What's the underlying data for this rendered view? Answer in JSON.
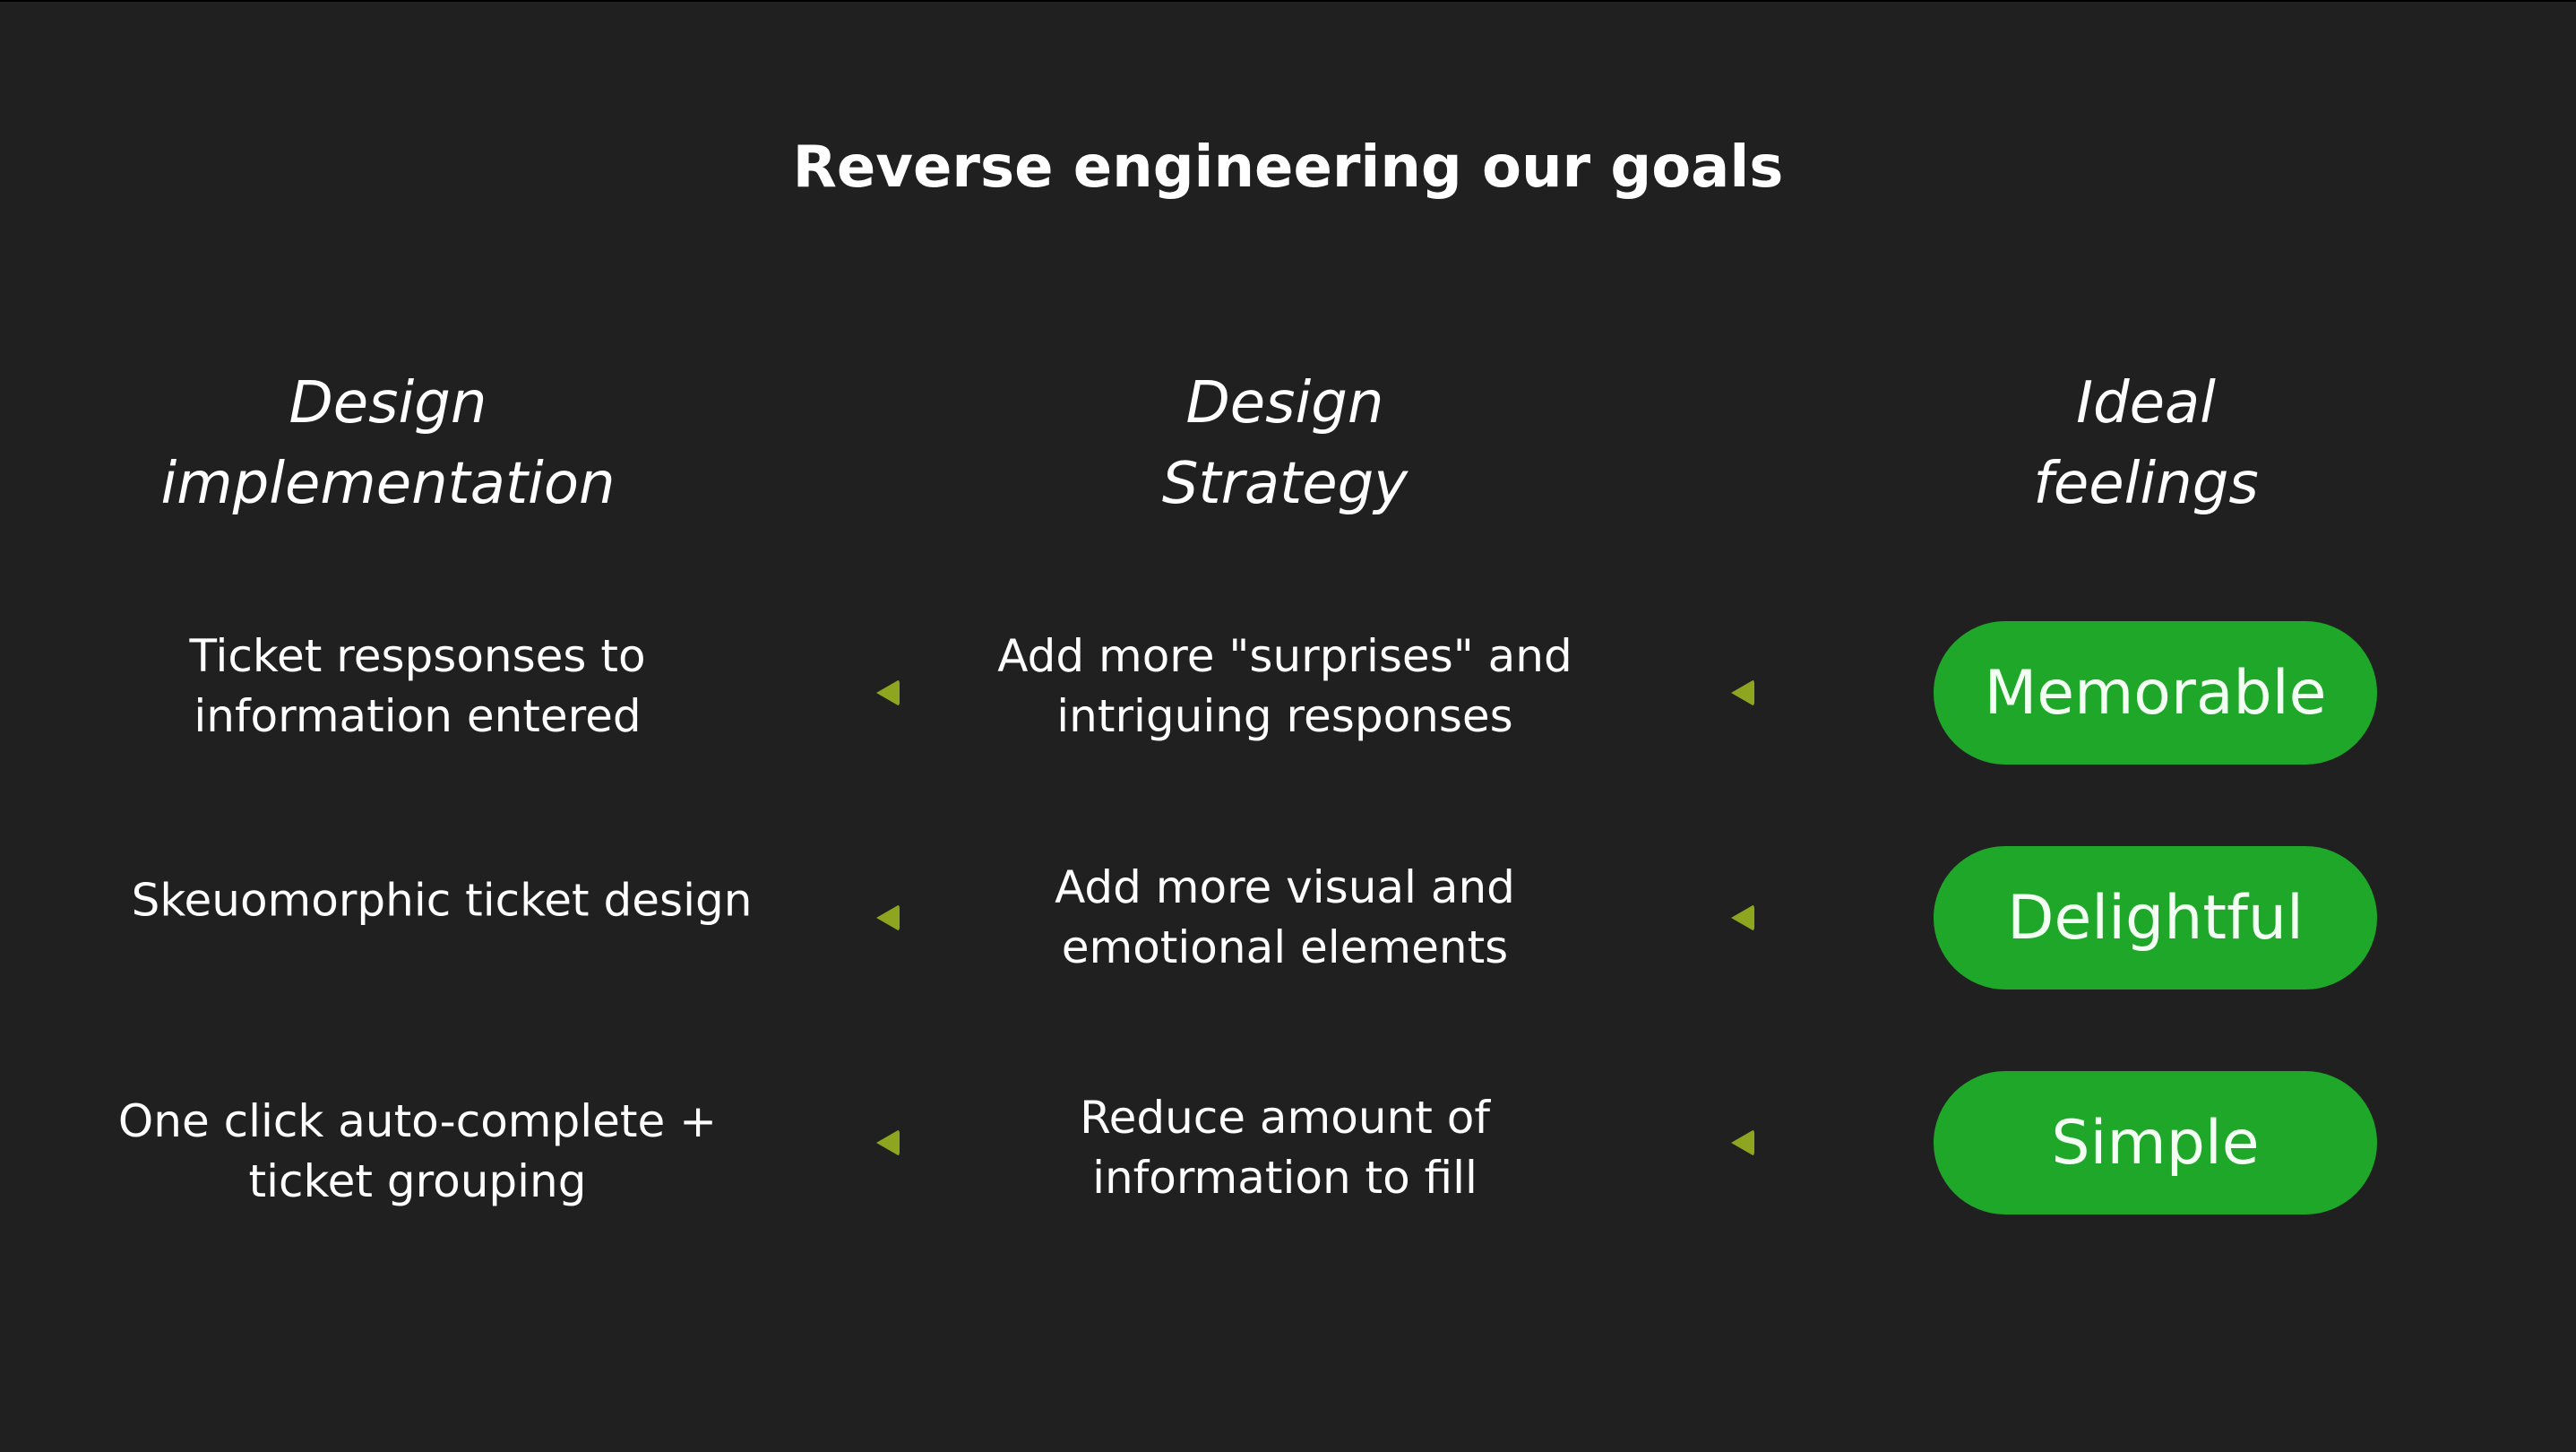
{
  "title": "Reverse engineering our goals",
  "columns": [
    {
      "line1": "Design",
      "line2": "implementation"
    },
    {
      "line1": "Design",
      "line2": "Strategy"
    },
    {
      "line1": "Ideal",
      "line2": "feelings"
    }
  ],
  "rows": [
    {
      "implementation": "Ticket respsonses to\ninformation entered",
      "strategy": "Add more \"surprises\" and\nintriguing responses",
      "feeling": "Memorable"
    },
    {
      "implementation": "Skeuomorphic ticket design",
      "strategy": "Add more visual and\nemotional elements",
      "feeling": "Delightful"
    },
    {
      "implementation": "One click auto-complete +\nticket grouping",
      "strategy": "Reduce amount of\ninformation to fill",
      "feeling": "Simple"
    }
  ],
  "colors": {
    "background": "#202020",
    "pill": "#1fa72a",
    "arrow": "#8ea51f"
  }
}
